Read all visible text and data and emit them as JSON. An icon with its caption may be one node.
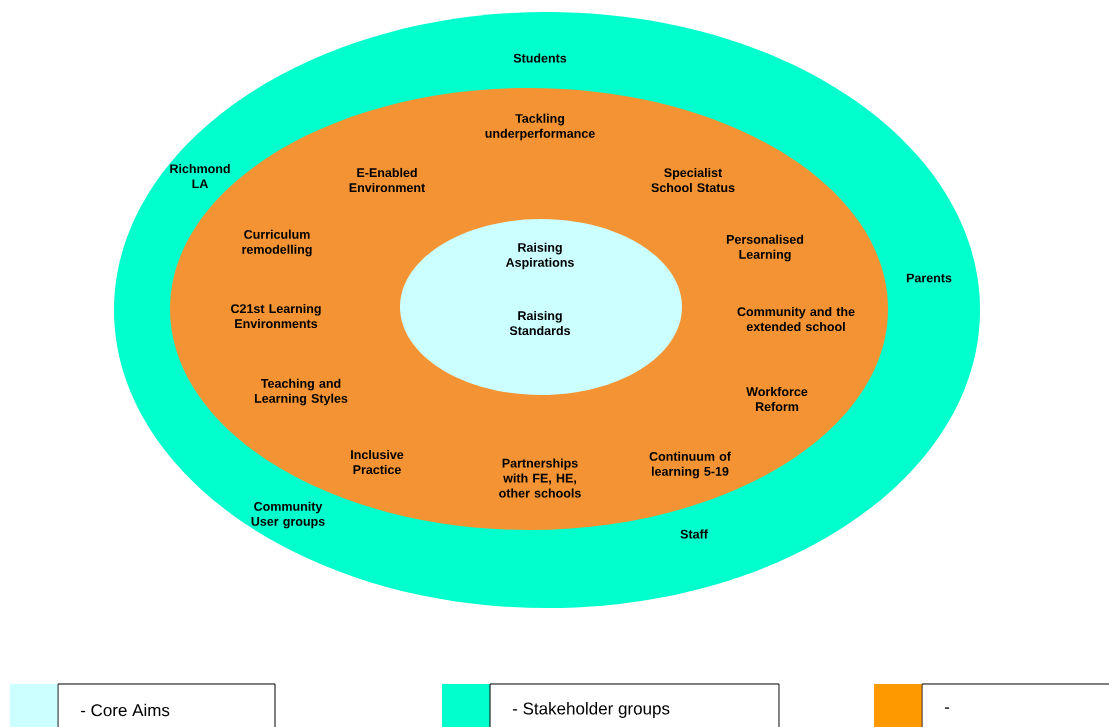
{
  "diagram": {
    "nodes": [
      {
        "text": [
          "Students",
          "Richmond LA",
          "Parents",
          "Community User groups",
          "Staff"
        ]
      },
      {
        "text": [
          "Tackling underperformance",
          "E-Enabled Environment",
          "Specialist School Status",
          "Curriculum remodelling",
          "Personalised Learning",
          "C21st Learning Environments",
          "Community and the extended school",
          "Teaching and Learning Styles",
          "Workforce Reform",
          "Inclusive Practice",
          "Partnerships with FE, HE, other schools",
          "Continuum of learning 5-19"
        ],
        "in": 0
      },
      {
        "text": [
          "Raising Aspirations",
          "Raising Standards"
        ],
        "in": 1
      }
    ],
    "legend": [
      {
        "text": "- Core Aims",
        "color": "#ccffff"
      },
      {
        "text": "- Stakeholder groups",
        "color": "#00ffcc"
      },
      {
        "text": "-",
        "color": "#ff9900"
      }
    ]
  }
}
